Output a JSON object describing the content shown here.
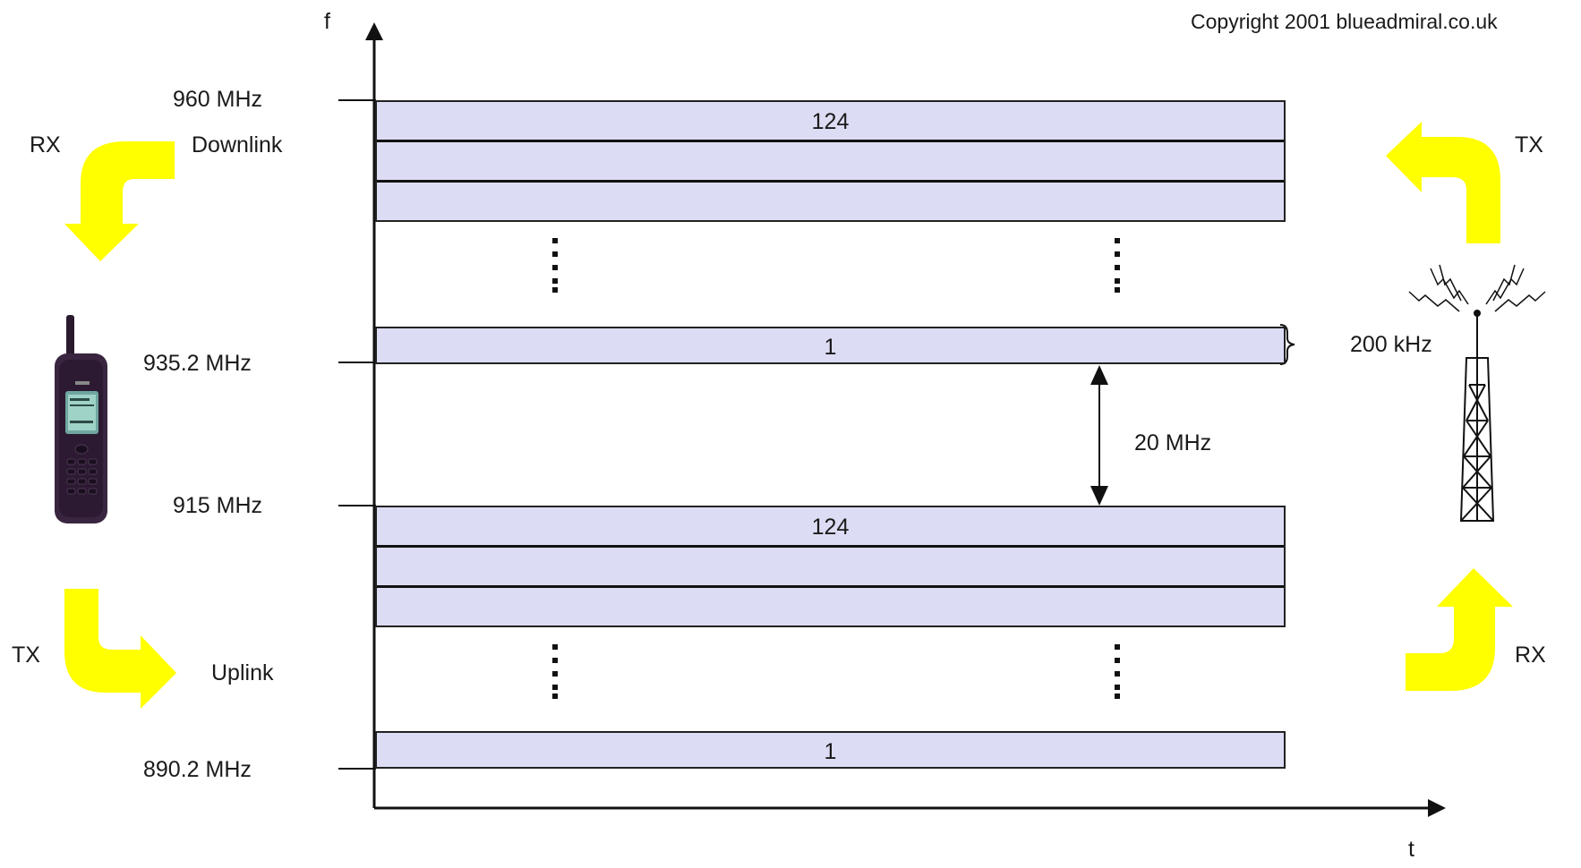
{
  "copyright": "Copyright 2001 blueadmiral.co.uk",
  "axes": {
    "y_label": "f",
    "x_label": "t"
  },
  "frequencies": {
    "f960": "960 MHz",
    "f935": "935.2 MHz",
    "f915": "915 MHz",
    "f890": "890.2 MHz"
  },
  "links": {
    "downlink": "Downlink",
    "uplink": "Uplink"
  },
  "directions": {
    "rx_left": "RX",
    "tx_left": "TX",
    "tx_right": "TX",
    "rx_right": "RX"
  },
  "channels": {
    "downlink_top": "124",
    "downlink_bottom": "1",
    "uplink_top": "124",
    "uplink_bottom": "1"
  },
  "spacing": {
    "channel_width": "200 kHz",
    "duplex_gap": "20 MHz"
  },
  "colors": {
    "band_fill": "#dcdcf4",
    "arrow_yellow": "#ffff00",
    "line": "#111111"
  },
  "icons": [
    "mobile-phone-icon",
    "antenna-tower-icon",
    "curved-arrow-icon"
  ]
}
